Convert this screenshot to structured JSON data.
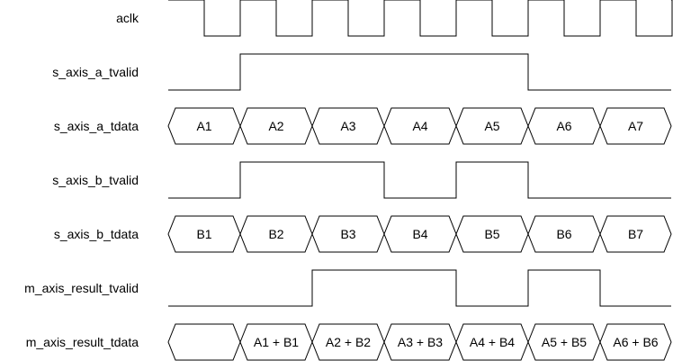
{
  "signals": [
    {
      "name": "aclk",
      "type": "clock",
      "start_level": 1,
      "transitions": 14
    },
    {
      "name": "s_axis_a_tvalid",
      "type": "bit",
      "levels": [
        0,
        1,
        1,
        1,
        1,
        0,
        0
      ]
    },
    {
      "name": "s_axis_a_tdata",
      "type": "bus",
      "values": [
        "A1",
        "A2",
        "A3",
        "A4",
        "A5",
        "A6",
        "A7"
      ]
    },
    {
      "name": "s_axis_b_tvalid",
      "type": "bit",
      "levels": [
        0,
        1,
        1,
        0,
        1,
        0,
        0
      ]
    },
    {
      "name": "s_axis_b_tdata",
      "type": "bus",
      "values": [
        "B1",
        "B2",
        "B3",
        "B4",
        "B5",
        "B6",
        "B7"
      ]
    },
    {
      "name": "m_axis_result_tvalid",
      "type": "bit",
      "levels": [
        0,
        0,
        1,
        1,
        0,
        1,
        0
      ]
    },
    {
      "name": "m_axis_result_tdata",
      "type": "bus",
      "values": [
        "",
        "A1 + B1",
        "A2 + B2",
        "A3 + B3",
        "A4 + B4",
        "A5 + B5",
        "A6 + B6"
      ]
    }
  ]
}
